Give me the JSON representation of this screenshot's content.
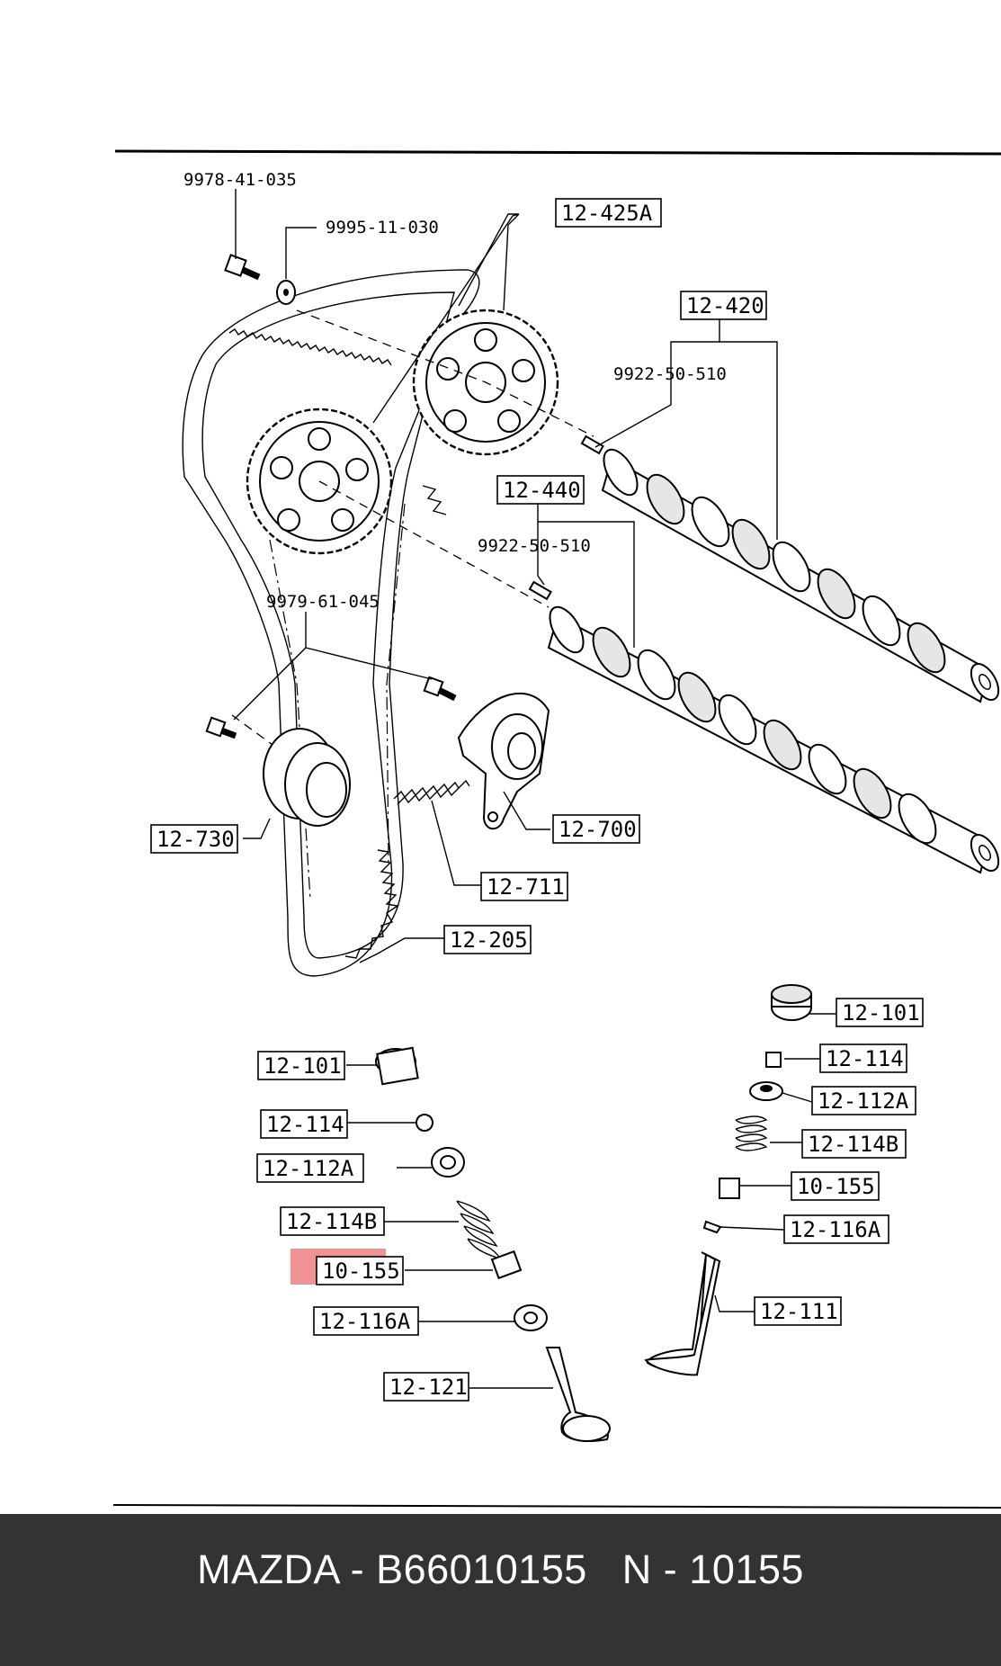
{
  "labels": {
    "bolt_top": "9978-41-035",
    "washer_top": "9995-11-030",
    "pulleys": "12-425A",
    "camshaft_top": "12-420",
    "pin_top": "9922-50-510",
    "camshaft_bottom": "12-440",
    "pin_bottom": "9922-50-510",
    "idler_bolts": "9979-61-045",
    "idler": "12-730",
    "tensioner": "12-700",
    "spring": "12-711",
    "belt": "12-205",
    "left_cap": "12-101",
    "left_key": "12-114",
    "left_seat": "12-112A",
    "left_spring": "12-114B",
    "left_seal": "10-155",
    "left_washer": "12-116A",
    "left_valve": "12-121",
    "right_cap": "12-101",
    "right_key": "12-114",
    "right_seat": "12-112A",
    "right_spring": "12-114B",
    "right_seal": "10-155",
    "right_washer": "12-116A",
    "right_valve": "12-111"
  },
  "highlight_color": "#f08080",
  "footer": {
    "text": "MAZDA - B66010155   N - 10155"
  }
}
